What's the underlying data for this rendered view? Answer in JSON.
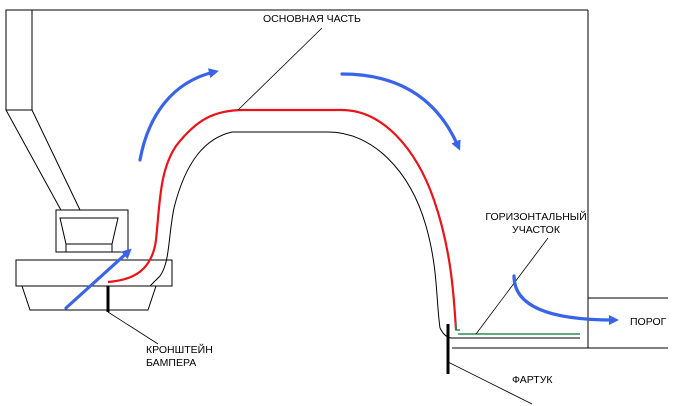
{
  "labels": {
    "main_part": "ОСНОВНАЯ ЧАСТЬ",
    "horizontal_section_line1": "ГОРИЗОНТАЛЬНЫЙ",
    "horizontal_section_line2": "УЧАСТОК",
    "bumper_bracket_line1": "КРОНШТЕЙН",
    "bumper_bracket_line2": "БАМПЕРА",
    "apron": "ФАРТУК",
    "sill": "ПОРОГ"
  },
  "colors": {
    "red_liner": "#e8141c",
    "blue_arrow": "#3a64e8",
    "green_line": "#2e8b57",
    "structure": "#000000"
  }
}
